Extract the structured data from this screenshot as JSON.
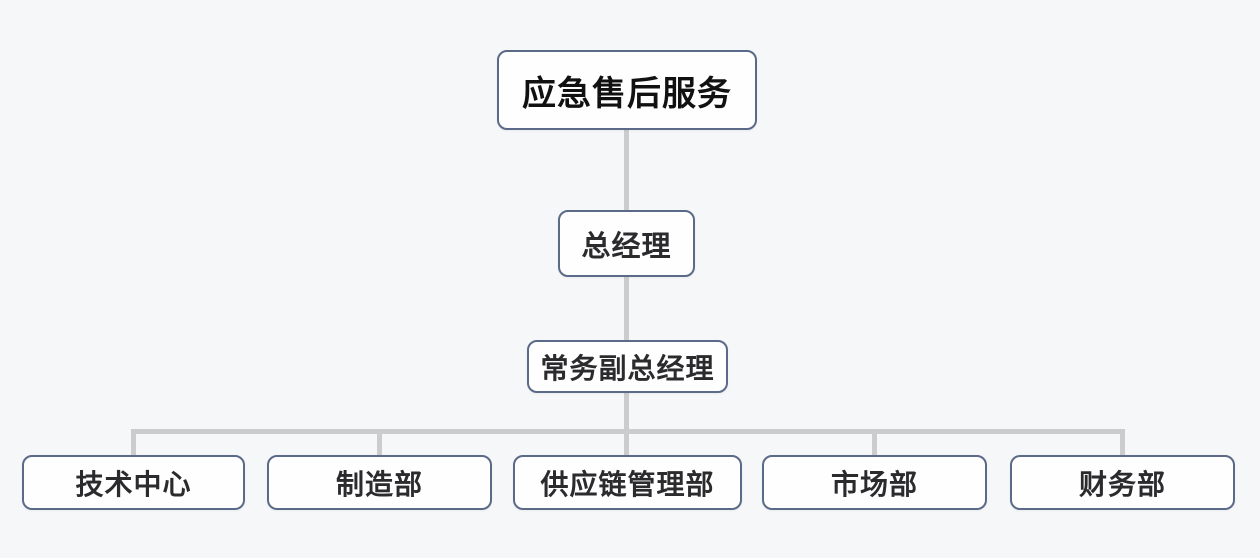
{
  "org_chart": {
    "root": {
      "label": "应急售后服务"
    },
    "level_2": {
      "label": "总经理"
    },
    "level_3": {
      "label": "常务副总经理"
    },
    "departments": [
      {
        "label": "技术中心"
      },
      {
        "label": "制造部"
      },
      {
        "label": "供应链管理部"
      },
      {
        "label": "市场部"
      },
      {
        "label": "财务部"
      }
    ],
    "colors": {
      "page_background": "#f6f7f8",
      "node_background": "#fefefe",
      "node_border": "#5a6a88",
      "connector": "#cccccc",
      "root_text": "#111111",
      "node_text": "#2b2b2e"
    }
  }
}
